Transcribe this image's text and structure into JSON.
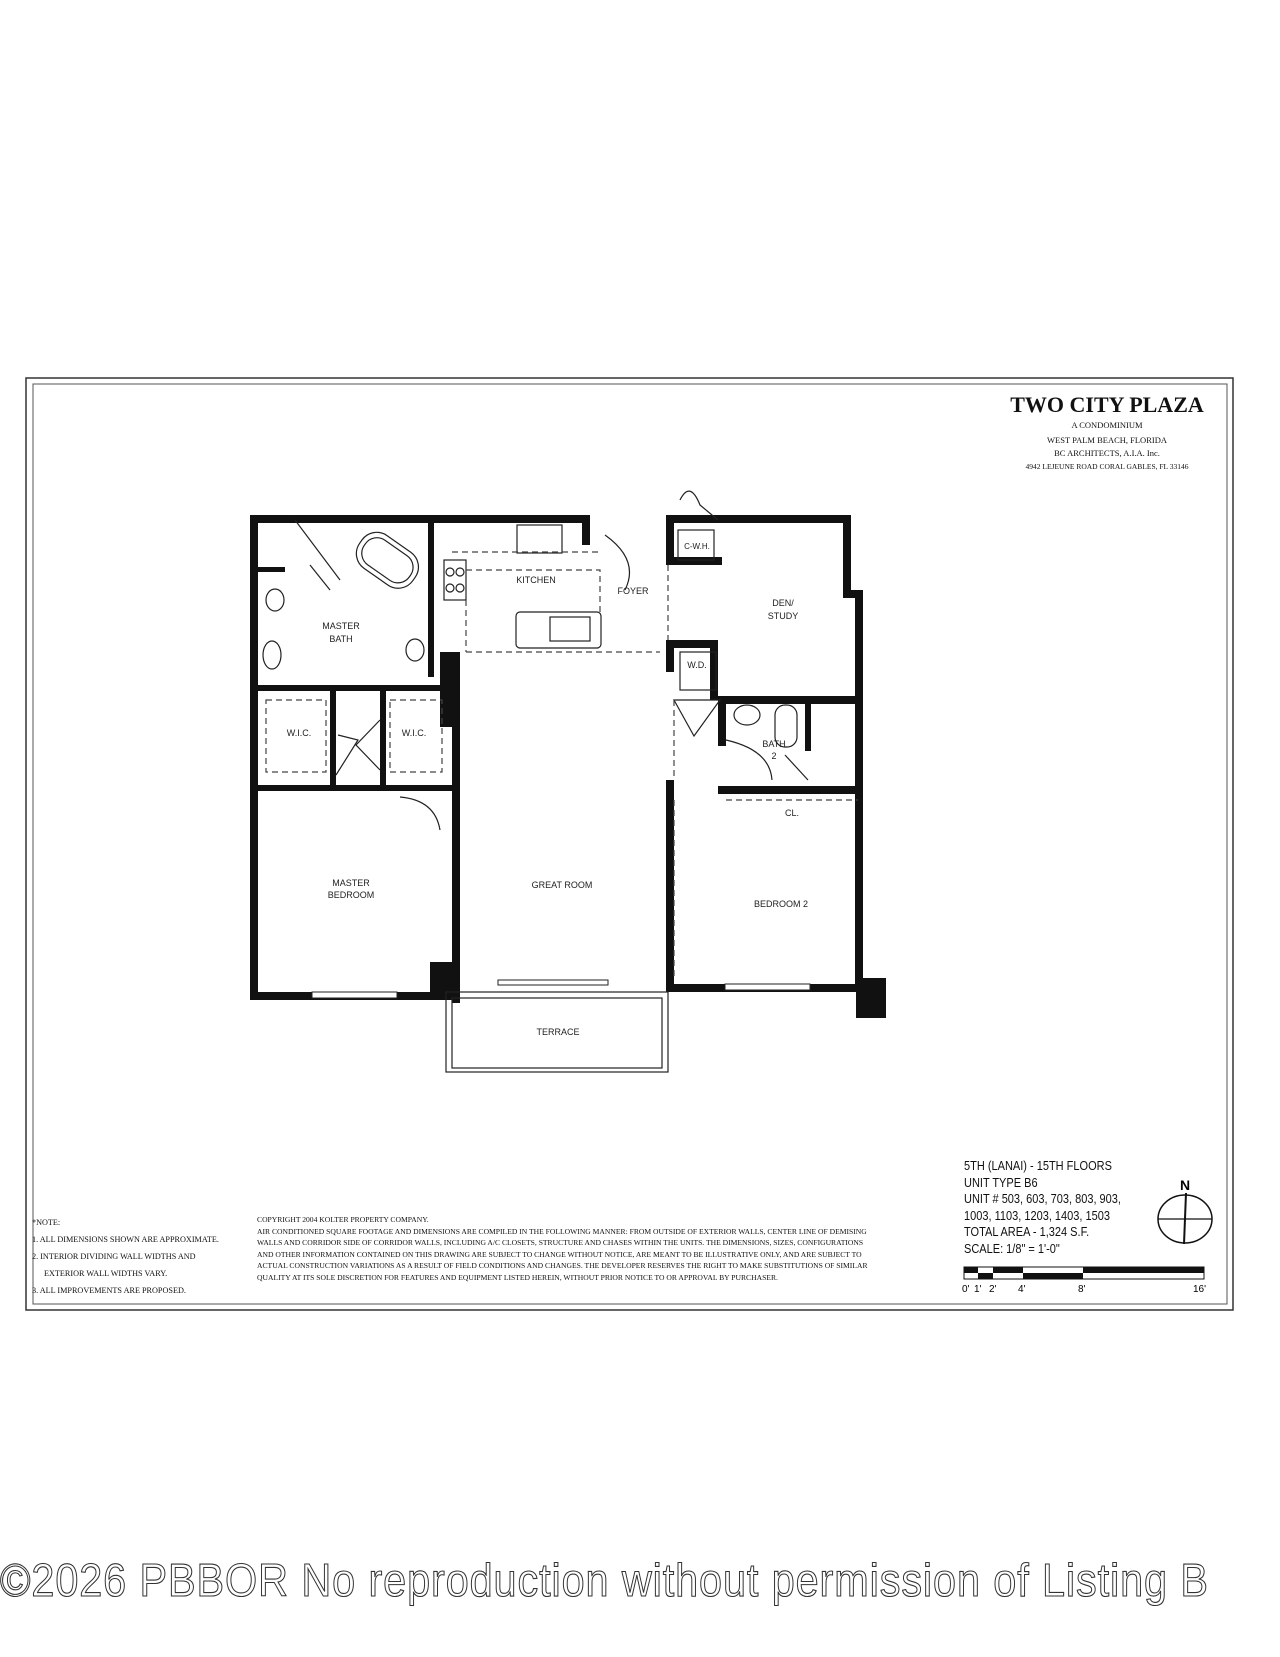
{
  "title_block": {
    "project": "TWO CITY PLAZA",
    "subtitle": "A CONDOMINIUM",
    "location": "WEST PALM BEACH, FLORIDA",
    "architect": "BC ARCHITECTS, A.I.A. Inc.",
    "address": "4942 LEJEUNE ROAD    CORAL GABLES, FL  33146"
  },
  "rooms": {
    "kitchen": "KITCHEN",
    "foyer": "FOYER",
    "den_1": "DEN/",
    "den_2": "STUDY",
    "master_bath_1": "MASTER",
    "master_bath_2": "BATH",
    "wic_left": "W.I.C.",
    "wic_right": "W.I.C.",
    "cwh": "C-W.H.",
    "wd": "W.D.",
    "bath2_1": "BATH",
    "bath2_2": "2",
    "closet": "CL.",
    "master_bedroom_1": "MASTER",
    "master_bedroom_2": "BEDROOM",
    "great_room": "GREAT ROOM",
    "bedroom2": "BEDROOM 2",
    "terrace": "TERRACE"
  },
  "notes": {
    "heading": "*NOTE:",
    "items": [
      "1. ALL DIMENSIONS SHOWN ARE APPROXIMATE.",
      "2. INTERIOR DIVIDING WALL WIDTHS AND",
      "EXTERIOR WALL WIDTHS VARY.",
      "3. ALL IMPROVEMENTS ARE PROPOSED."
    ]
  },
  "copyright": {
    "line1": "COPYRIGHT 2004   KOLTER PROPERTY COMPANY.",
    "body": "AIR CONDITIONED SQUARE FOOTAGE AND DIMENSIONS ARE COMPILED IN THE FOLLOWING MANNER: FROM OUTSIDE OF EXTERIOR WALLS, CENTER LINE OF DEMISING WALLS AND CORRIDOR SIDE OF CORRIDOR WALLS, INCLUDING A/C CLOSETS, STRUCTURE AND CHASES WITHIN THE UNITS. THE DIMENSIONS, SIZES, CONFIGURATIONS AND OTHER INFORMATION CONTAINED ON THIS DRAWING ARE SUBJECT TO CHANGE WITHOUT NOTICE, ARE MEANT TO BE ILLUSTRATIVE ONLY, AND ARE SUBJECT TO ACTUAL CONSTRUCTION VARIATIONS AS A RESULT OF FIELD CONDITIONS AND CHANGES. THE DEVELOPER RESERVES THE RIGHT TO MAKE SUBSTITUTIONS OF SIMILAR QUALITY AT ITS SOLE DISCRETION FOR FEATURES AND EQUIPMENT LISTED HEREIN, WITHOUT PRIOR NOTICE TO OR APPROVAL BY PURCHASER."
  },
  "unit_info": {
    "floors": "5TH (LANAI) - 15TH FLOORS",
    "unit_type": "UNIT TYPE B6",
    "units_1": "UNIT # 503, 603, 703, 803, 903,",
    "units_2": "1003, 1103, 1203, 1403, 1503",
    "total_area": "TOTAL AREA - 1,324 S.F.",
    "scale": "SCALE: 1/8\" = 1'-0\"",
    "north": "N",
    "scale_ticks": [
      "0'",
      "1'",
      "2'",
      "4'",
      "8'",
      "16'"
    ]
  },
  "watermark": "©2026 PBBOR No reproduction without permission of Listing B"
}
